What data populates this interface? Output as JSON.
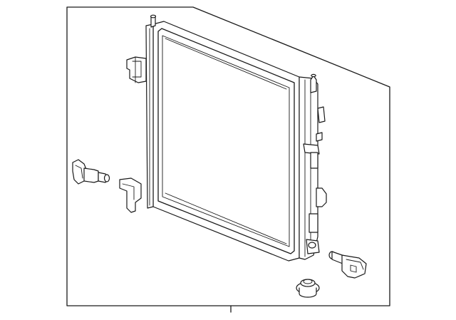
{
  "diagram": {
    "parts": [
      "radiator",
      "drain-plug",
      "hose-connector",
      "grommet"
    ]
  }
}
